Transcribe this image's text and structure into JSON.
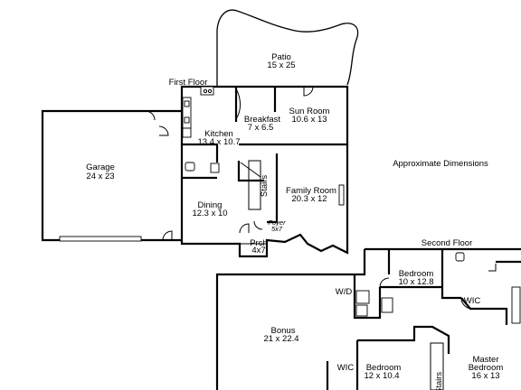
{
  "titles": {
    "first_floor": "First Floor",
    "second_floor": "Second Floor",
    "note": "Approximate Dimensions"
  },
  "rooms": {
    "patio": {
      "name": "Patio",
      "dims": "15 x 25"
    },
    "sun_room": {
      "name": "Sun Room",
      "dims": "10.6 x 13"
    },
    "breakfast": {
      "name": "Breakfast",
      "dims": "7 x 6.5"
    },
    "kitchen": {
      "name": "Kitchen",
      "dims": "13.4 x 10.7"
    },
    "garage": {
      "name": "Garage",
      "dims": "24 x 23"
    },
    "family_room": {
      "name": "Family Room",
      "dims": "20.3 x 12"
    },
    "dining": {
      "name": "Dining",
      "dims": "12.3 x 10"
    },
    "stairs_1": {
      "name": "Stairs"
    },
    "foyer": {
      "name": "Foyer",
      "dims": "5x7"
    },
    "porch": {
      "name": "Prch",
      "dims": "4x7"
    },
    "bedroom_1": {
      "name": "Bedroom",
      "dims": "10 x 12.8"
    },
    "wd": {
      "name": "W/D"
    },
    "wic_1": {
      "name": "WIC"
    },
    "bonus": {
      "name": "Bonus",
      "dims": "21 x 22.4"
    },
    "wic_2": {
      "name": "WIC"
    },
    "bedroom_2": {
      "name": "Bedroom",
      "dims": "12 x 10.4"
    },
    "stairs_2": {
      "name": "Stairs"
    },
    "master": {
      "name": "Master",
      "name2": "Bedroom",
      "dims": "16 x 13"
    }
  }
}
